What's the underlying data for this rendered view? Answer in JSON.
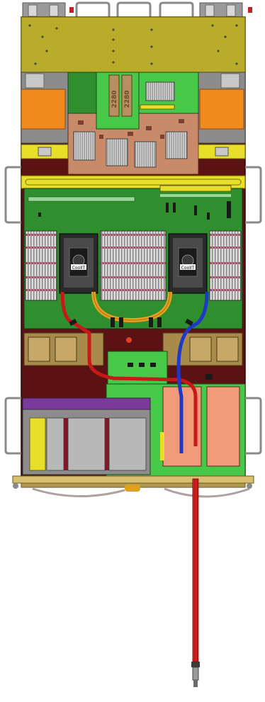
{
  "diagram": {
    "ssd_labels": [
      "2280",
      "2280"
    ],
    "cpu_labels": [
      "CoolIT",
      "CoolIT"
    ],
    "colors": {
      "chassis": "#5a1212",
      "motherboard": "#2f8f2f",
      "pcb_bright": "#48c848",
      "top_plate": "#b8ac2a",
      "rail_yellow": "#e8df2a",
      "copper": "#c98a6a",
      "orange_module": "#f08a1e",
      "hose_red": "#c81818",
      "hose_blue": "#2038c8",
      "hose_orange": "#e8a020",
      "fan_tan": "#a88a4a",
      "drive_grey": "#b8b8b8",
      "purple_bar": "#7a3a9a",
      "salmon": "#f09a7a"
    }
  }
}
